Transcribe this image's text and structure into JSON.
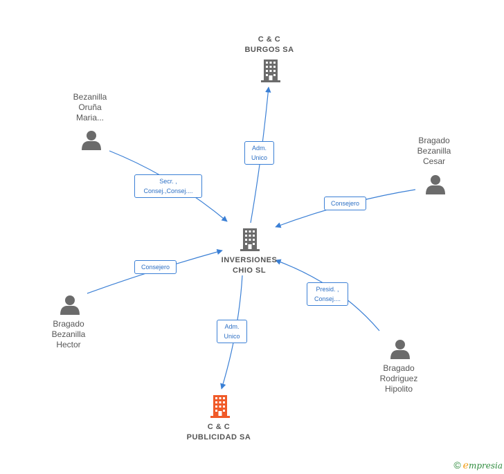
{
  "colors": {
    "edge": "#3a7fd5",
    "company_icon": "#6b6b6b",
    "highlight_company_icon": "#f05a28",
    "person_icon": "#6b6b6b"
  },
  "nodes": {
    "center": {
      "line1": "INVERSIONES",
      "line2": "CHIO SL"
    },
    "cc_burgos": {
      "line1": "C & C",
      "line2": "BURGOS SA"
    },
    "cc_publicidad": {
      "line1": "C & C",
      "line2": "PUBLICIDAD SA"
    },
    "bezanilla_maria": {
      "line1": "Bezanilla",
      "line2": "Oruña",
      "line3": "Maria..."
    },
    "bragado_cesar": {
      "line1": "Bragado",
      "line2": "Bezanilla",
      "line3": "Cesar"
    },
    "bragado_hector": {
      "line1": "Bragado",
      "line2": "Bezanilla",
      "line3": "Hector"
    },
    "bragado_hipolito": {
      "line1": "Bragado",
      "line2": "Rodriguez",
      "line3": "Hipolito"
    }
  },
  "edges": {
    "to_burgos": {
      "line1": "Adm.",
      "line2": "Unico"
    },
    "maria": {
      "line1": "Secr. ,",
      "line2": "Consej.,Consej...."
    },
    "cesar": {
      "line1": "Consejero"
    },
    "hector": {
      "line1": "Consejero"
    },
    "hipolito": {
      "line1": "Presid. ,",
      "line2": "Consej...."
    },
    "to_publicidad": {
      "line1": "Adm.",
      "line2": "Unico"
    }
  },
  "footer": {
    "copyright": "©",
    "brand_first": "e",
    "brand_rest": "mpresia"
  }
}
